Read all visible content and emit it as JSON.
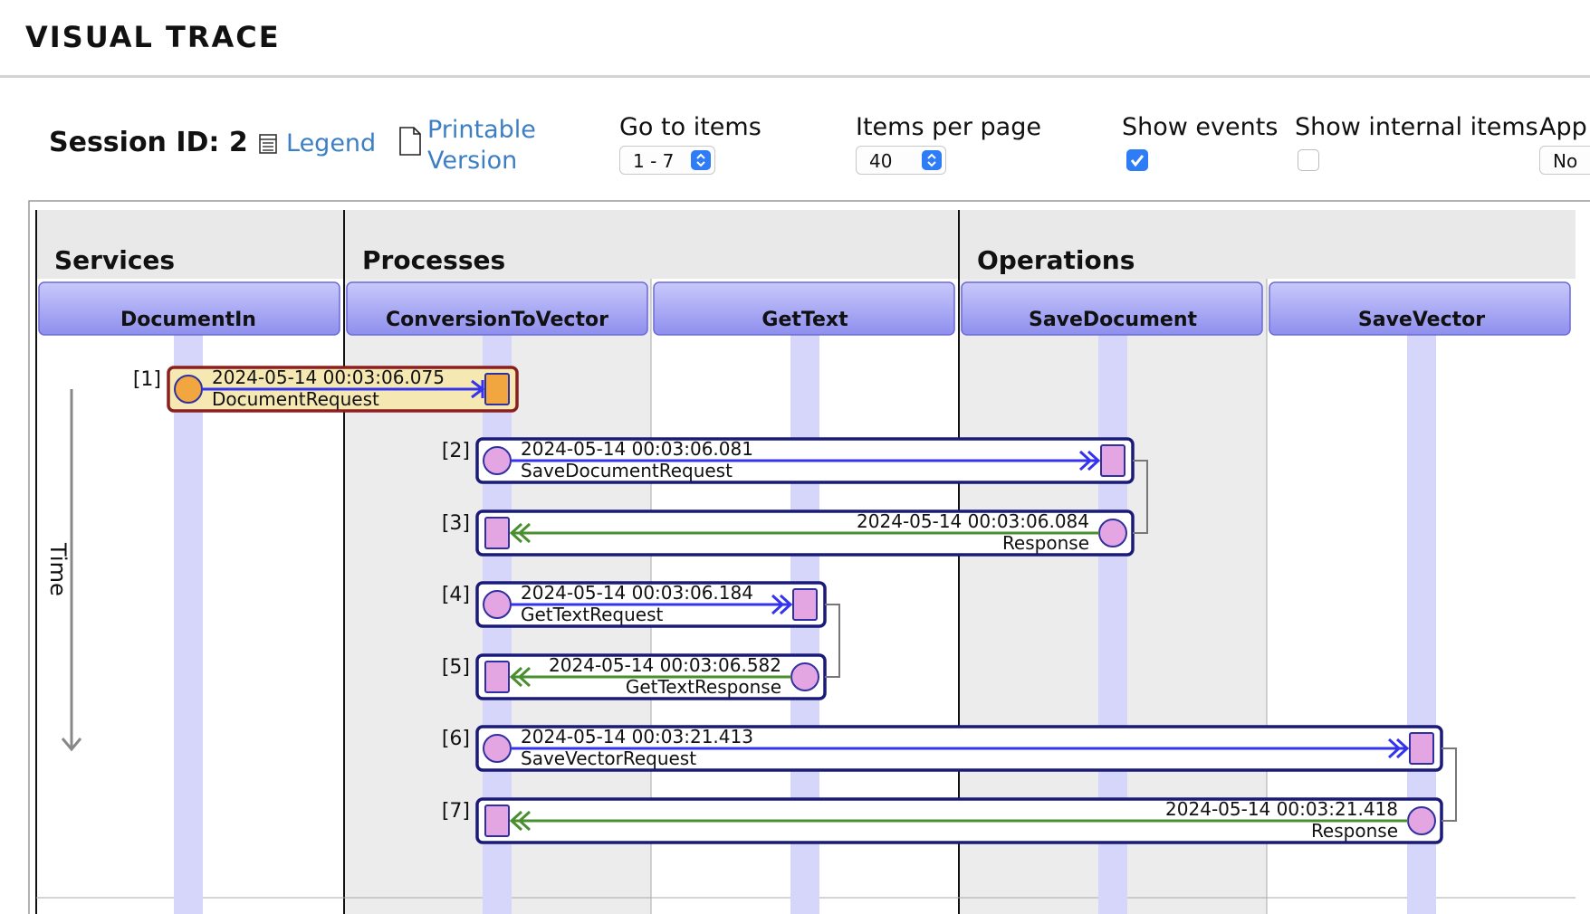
{
  "page": {
    "title": "VISUAL TRACE"
  },
  "toolbar": {
    "session_label": "Session ID: 2",
    "legend_label": "Legend",
    "printable_line1": "Printable",
    "printable_line2": "Version",
    "goto_label": "Go to items",
    "goto_value": "1 - 7",
    "items_per_page_label": "Items per page",
    "items_per_page_value": "40",
    "show_events_label": "Show events",
    "show_events_checked": true,
    "show_internal_label": "Show internal items",
    "show_internal_checked": false,
    "app_label": "App",
    "app_value": "No"
  },
  "diagram": {
    "groups": [
      "Services",
      "Processes",
      "Operations"
    ],
    "lanes": [
      "DocumentIn",
      "ConversionToVector",
      "GetText",
      "SaveDocument",
      "SaveVector"
    ],
    "time_label": "Time",
    "colors": {
      "lane_header": "#9b9bf2",
      "lifeline": "#d6d6fb",
      "request_arrow": "#3434ee",
      "response_arrow": "#4a8f2f",
      "highlight_fill": "#f6e8b2",
      "highlight_border": "#8b1f1f",
      "node_pink": "#e3a6e3",
      "node_orange": "#f2a640"
    },
    "messages": [
      {
        "index": "[1]",
        "timestamp": "2024-05-14 00:03:06.075",
        "name": "DocumentRequest",
        "from": 0,
        "to": 1,
        "kind": "request",
        "highlight": true
      },
      {
        "index": "[2]",
        "timestamp": "2024-05-14 00:03:06.081",
        "name": "SaveDocumentRequest",
        "from": 1,
        "to": 3,
        "kind": "request",
        "highlight": false
      },
      {
        "index": "[3]",
        "timestamp": "2024-05-14 00:03:06.084",
        "name": "Response",
        "from": 3,
        "to": 1,
        "kind": "response",
        "highlight": false
      },
      {
        "index": "[4]",
        "timestamp": "2024-05-14 00:03:06.184",
        "name": "GetTextRequest",
        "from": 1,
        "to": 2,
        "kind": "request",
        "highlight": false
      },
      {
        "index": "[5]",
        "timestamp": "2024-05-14 00:03:06.582",
        "name": "GetTextResponse",
        "from": 2,
        "to": 1,
        "kind": "response",
        "highlight": false
      },
      {
        "index": "[6]",
        "timestamp": "2024-05-14 00:03:21.413",
        "name": "SaveVectorRequest",
        "from": 1,
        "to": 4,
        "kind": "request",
        "highlight": false
      },
      {
        "index": "[7]",
        "timestamp": "2024-05-14 00:03:21.418",
        "name": "Response",
        "from": 4,
        "to": 1,
        "kind": "response",
        "highlight": false
      }
    ]
  }
}
